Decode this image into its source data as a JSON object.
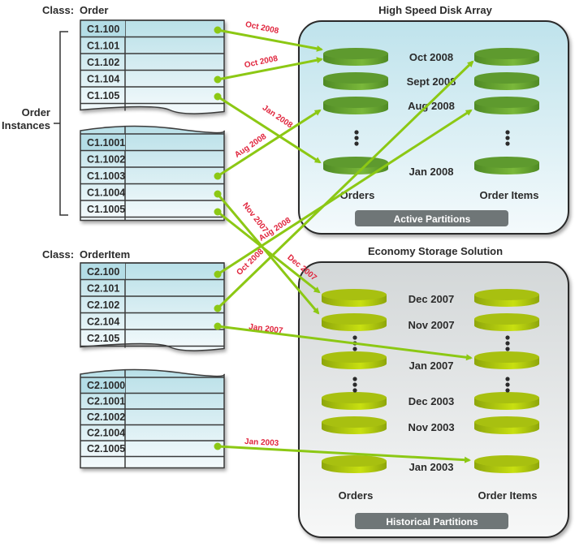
{
  "order_class": {
    "label_prefix": "Class:",
    "label_name": "Order",
    "instances_label_line1": "Order",
    "instances_label_line2": "Instances",
    "table_top_rows": [
      "C1.100",
      "C1.101",
      "C1.102",
      "C1.104",
      "C1.105"
    ],
    "table_bottom_rows": [
      "C1.1001",
      "C1.1002",
      "C1.1003",
      "C1.1004",
      "C1.1005"
    ]
  },
  "orderitem_class": {
    "label_prefix": "Class:",
    "label_name": "OrderItem",
    "table_top_rows": [
      "C2.100",
      "C2.101",
      "C2.102",
      "C2.104",
      "C2.105"
    ],
    "table_bottom_rows": [
      "C2.1000",
      "C2.1001",
      "C2.1002",
      "C2.1004",
      "C2.1005"
    ]
  },
  "high_speed": {
    "title": "High Speed Disk Array",
    "dates": [
      "Oct 2008",
      "Sept 2008",
      "Aug 2008",
      "Jan 2008"
    ],
    "col_left": "Orders",
    "col_right": "Order Items",
    "badge": "Active Partitions"
  },
  "economy": {
    "title": "Economy Storage Solution",
    "dates": [
      "Dec 2007",
      "Nov 2007",
      "Jan 2007",
      "Dec 2003",
      "Nov 2003",
      "Jan 2003"
    ],
    "col_left": "Orders",
    "col_right": "Order Items",
    "badge": "Historical Partitions"
  },
  "arrow_labels": {
    "c1_100": "Oct 2008",
    "c1_104": "Oct 2008",
    "c1_105": "Jan 2008",
    "c1_1003": "Aug 2008",
    "c1_1004": "Nov 2007",
    "c1_1005": "Dec 2007",
    "c2_100": "Aug 2008",
    "c2_102": "Oct 2008",
    "c2_104": "Jan 2007",
    "c2_1005": "Jan 2003"
  },
  "colors": {
    "active_disk": "#5e9a2e",
    "historical_disk": "#a8c010",
    "arrow": "#8cc814",
    "arrow_label": "#e0243c",
    "active_box": "#c5e6ee",
    "historical_box": "#d6dadb",
    "badge": "#6f7677"
  }
}
